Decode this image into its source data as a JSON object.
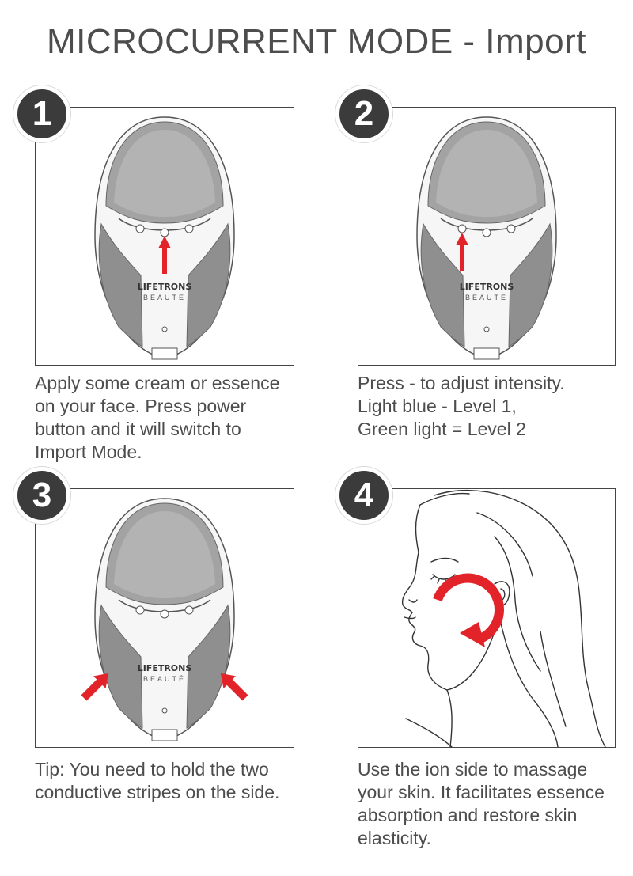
{
  "title": "MICROCURRENT MODE - Import",
  "device": {
    "brand": "LIFETRONS",
    "sub_brand": "BEAUTÉ"
  },
  "steps": [
    {
      "number": "1",
      "caption_lines": [
        "Apply some cream or essence",
        "on your face. Press power",
        "button and it will switch to",
        "Import Mode."
      ]
    },
    {
      "number": "2",
      "caption_lines": [
        "Press - to adjust intensity.",
        "Light blue - Level 1,",
        "Green light = Level 2"
      ]
    },
    {
      "number": "3",
      "caption_lines": [
        "Tip: You need to hold the two",
        "conductive stripes on the side."
      ]
    },
    {
      "number": "4",
      "caption_lines": [
        "Use the ion side to massage",
        "your skin. It facilitates essence",
        "absorption and restore skin",
        "elasticity."
      ]
    }
  ],
  "colors": {
    "arrow": "#e3232a",
    "badge": "#3b3b3b",
    "stripe": "#8f8f8f",
    "silicone": "#9a9a9a"
  }
}
